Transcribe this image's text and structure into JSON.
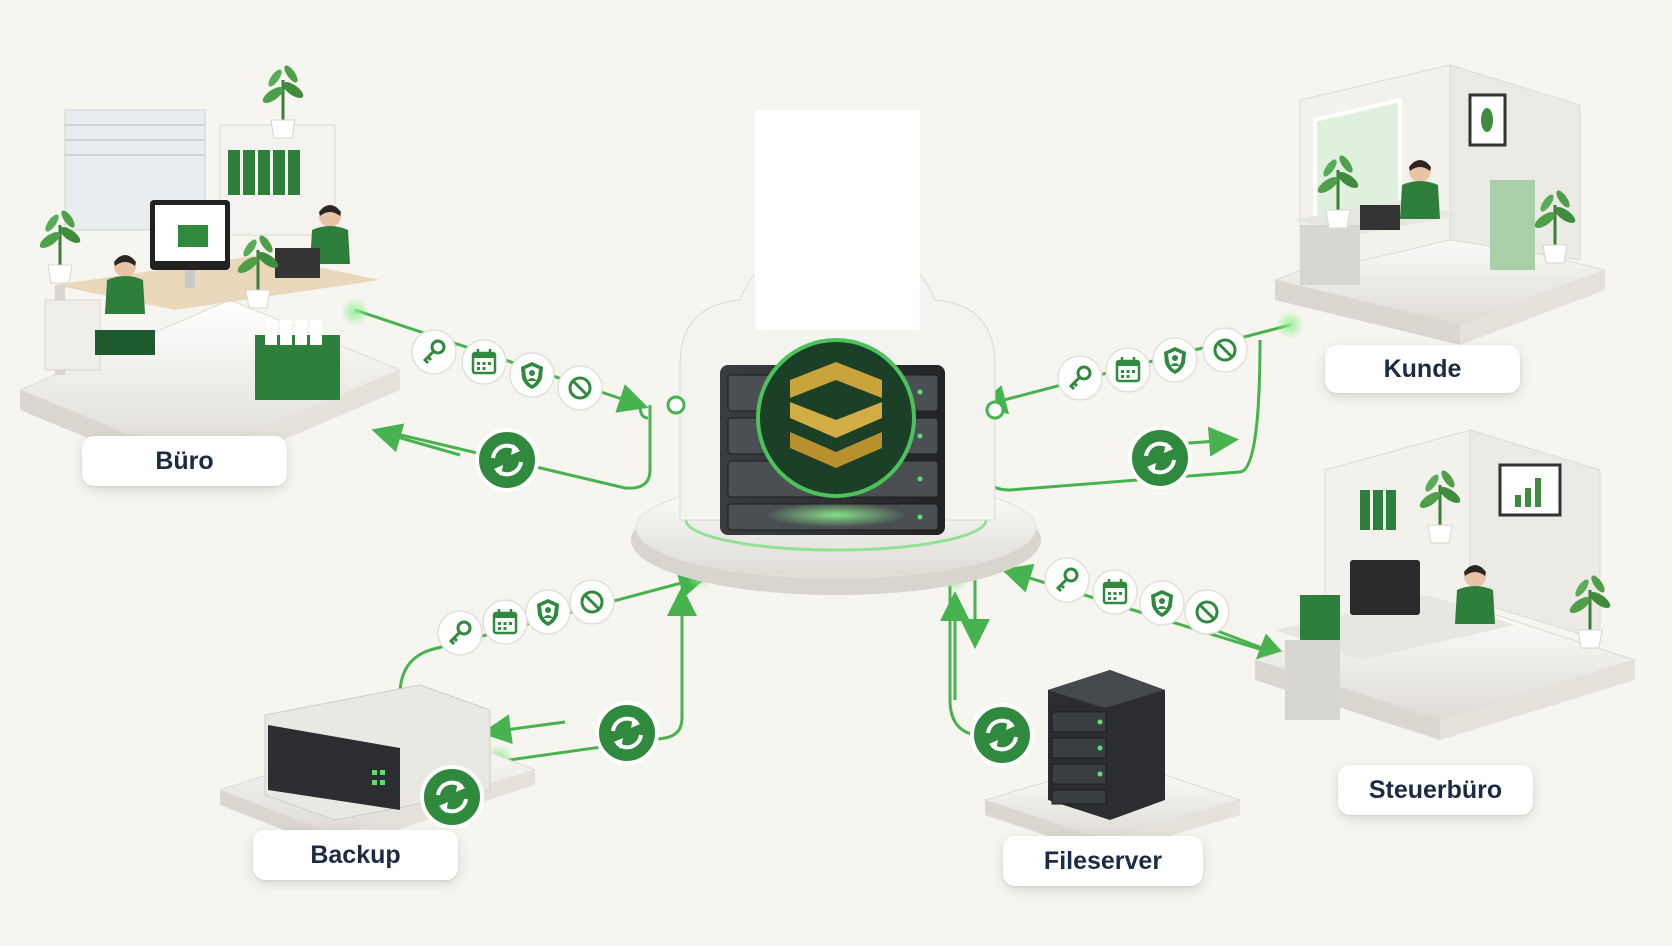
{
  "nodes": {
    "buero": {
      "label": "Büro"
    },
    "kunde": {
      "label": "Kunde"
    },
    "steuerbuero": {
      "label": "Steuerbüro"
    },
    "backup": {
      "label": "Backup"
    },
    "fileserver": {
      "label": "Fileserver"
    }
  },
  "hub": {
    "icon": "cloud-server-logo-icon"
  },
  "link_icons": [
    "key-icon",
    "calendar-icon",
    "shield-user-icon",
    "blocked-icon"
  ],
  "sync_icon": "sync-icon",
  "colors": {
    "green": "#2f8a3e",
    "dark_green": "#1b4a2c",
    "gold": "#c9a43a",
    "line": "#46b34f",
    "background": "#f7f5ef"
  }
}
